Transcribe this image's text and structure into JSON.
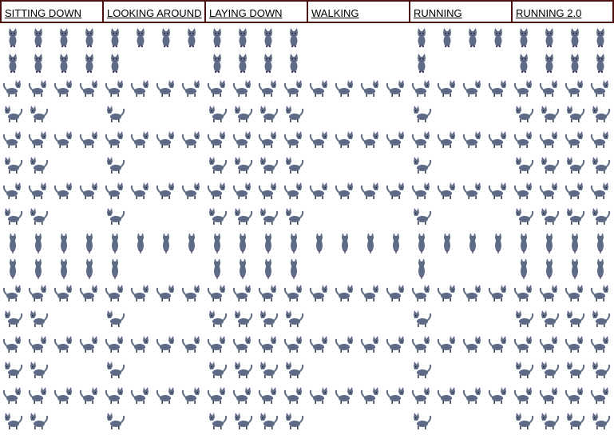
{
  "header": {
    "columns": [
      {
        "label": "SITTING DOWN"
      },
      {
        "label": "LOOKING AROUND"
      },
      {
        "label": "LAYING DOWN"
      },
      {
        "label": "WALKING"
      },
      {
        "label": "RUNNING"
      },
      {
        "label": "RUNNING 2.0"
      }
    ]
  },
  "sprite_color": "#5e6a86",
  "sprite_shadow": "#3b4256",
  "sprite_eye": "#1a1a1a",
  "header_border_color": "#4a1010",
  "sprites": {
    "row_kinds": [
      "front",
      "front",
      "side",
      "side",
      "side",
      "side",
      "side",
      "side",
      "back",
      "back",
      "side",
      "side",
      "side",
      "side",
      "side",
      "side"
    ],
    "frames_per_row": [
      [
        4,
        4,
        4,
        0,
        4,
        4
      ],
      [
        4,
        1,
        4,
        0,
        1,
        4
      ],
      [
        4,
        4,
        4,
        4,
        4,
        4
      ],
      [
        2,
        1,
        4,
        0,
        1,
        4
      ],
      [
        4,
        4,
        4,
        4,
        4,
        4
      ],
      [
        2,
        1,
        4,
        0,
        1,
        4
      ],
      [
        4,
        4,
        4,
        4,
        4,
        4
      ],
      [
        2,
        1,
        4,
        0,
        1,
        4
      ],
      [
        4,
        4,
        4,
        4,
        4,
        4
      ],
      [
        4,
        1,
        4,
        0,
        1,
        4
      ],
      [
        4,
        4,
        4,
        4,
        4,
        4
      ],
      [
        2,
        1,
        4,
        0,
        1,
        4
      ],
      [
        4,
        4,
        4,
        4,
        4,
        4
      ],
      [
        2,
        1,
        4,
        0,
        1,
        4
      ],
      [
        4,
        4,
        4,
        4,
        4,
        4
      ],
      [
        2,
        1,
        4,
        0,
        1,
        4
      ]
    ]
  }
}
